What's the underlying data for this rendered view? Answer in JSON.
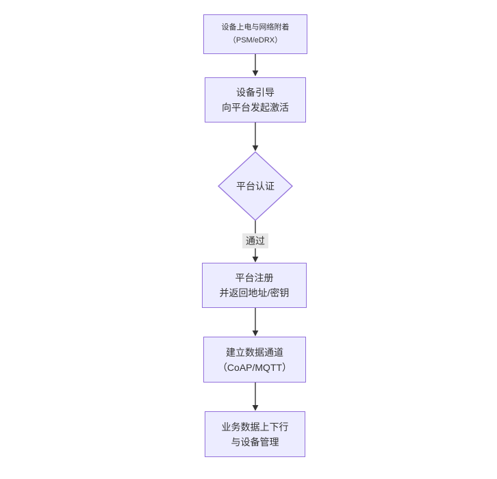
{
  "diagram": {
    "type": "flowchart",
    "direction": "top-down",
    "nodes": [
      {
        "id": "A",
        "shape": "rect",
        "lines": [
          "设备上电与网络附着",
          "（PSM/eDRX）"
        ]
      },
      {
        "id": "B",
        "shape": "rect",
        "lines": [
          "设备引导",
          "向平台发起激活"
        ]
      },
      {
        "id": "C",
        "shape": "diamond",
        "lines": [
          "平台认证"
        ]
      },
      {
        "id": "D",
        "shape": "rect",
        "lines": [
          "平台注册",
          "并返回地址/密钥"
        ]
      },
      {
        "id": "E",
        "shape": "rect",
        "lines": [
          "建立数据通道",
          "（CoAP/MQTT）"
        ]
      },
      {
        "id": "F",
        "shape": "rect",
        "lines": [
          "业务数据上下行",
          "与设备管理"
        ]
      }
    ],
    "edges": [
      {
        "from": "A",
        "to": "B",
        "label": ""
      },
      {
        "from": "B",
        "to": "C",
        "label": ""
      },
      {
        "from": "C",
        "to": "D",
        "label": "通过"
      },
      {
        "from": "D",
        "to": "E",
        "label": ""
      },
      {
        "from": "E",
        "to": "F",
        "label": ""
      }
    ],
    "colors": {
      "node_fill": "#ECECFF",
      "node_border": "#9370DB",
      "edge": "#333333",
      "edge_label_bg": "#e8e8e8",
      "text": "#333333",
      "background": "#ffffff"
    }
  }
}
